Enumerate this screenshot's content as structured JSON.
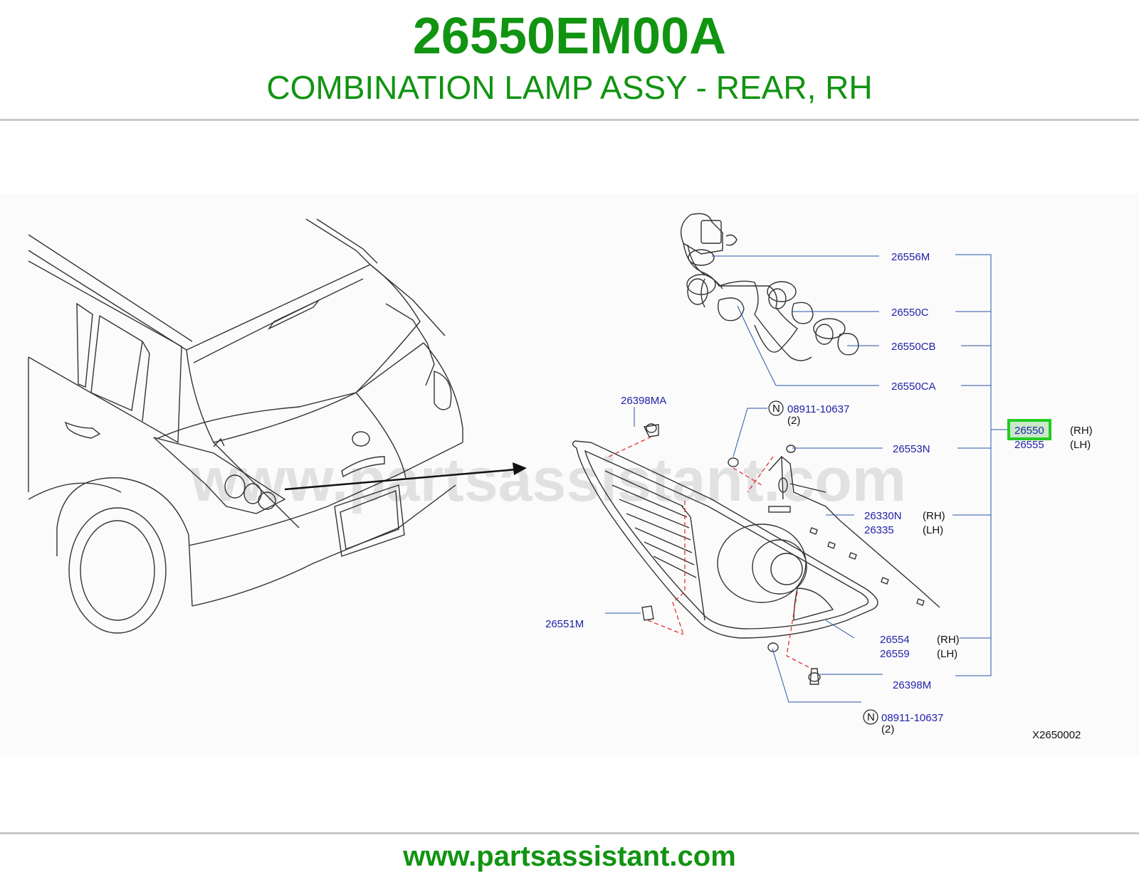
{
  "header": {
    "part_number": "26550EM00A",
    "description": "COMBINATION LAMP ASSY - REAR, RH"
  },
  "watermark": "www.partsassistant.com",
  "diagram_code": "X2650002",
  "callouts": {
    "p26556M": "26556M",
    "p26550C": "26550C",
    "p26550CB": "26550CB",
    "p26550CA": "26550CA",
    "p26398MA": "26398MA",
    "p08911_top": "08911-10637",
    "p08911_top_qty": "(2)",
    "p26550": "26550",
    "p26550_side": "(RH)",
    "p26555": "26555",
    "p26555_side": "(LH)",
    "p26553N": "26553N",
    "p26330N": "26330N",
    "p26330N_side": "(RH)",
    "p26335": "26335",
    "p26335_side": "(LH)",
    "p26551M": "26551M",
    "p26554": "26554",
    "p26554_side": "(RH)",
    "p26559": "26559",
    "p26559_side": "(LH)",
    "p26398M": "26398M",
    "p08911_bot": "08911-10637",
    "p08911_bot_qty": "(2)",
    "n_symbol": "N"
  },
  "colors": {
    "brand_green": "#119411",
    "label_blue": "#2222aa",
    "highlight": "#22cc22"
  },
  "footer": {
    "url": "www.partsassistant.com"
  }
}
